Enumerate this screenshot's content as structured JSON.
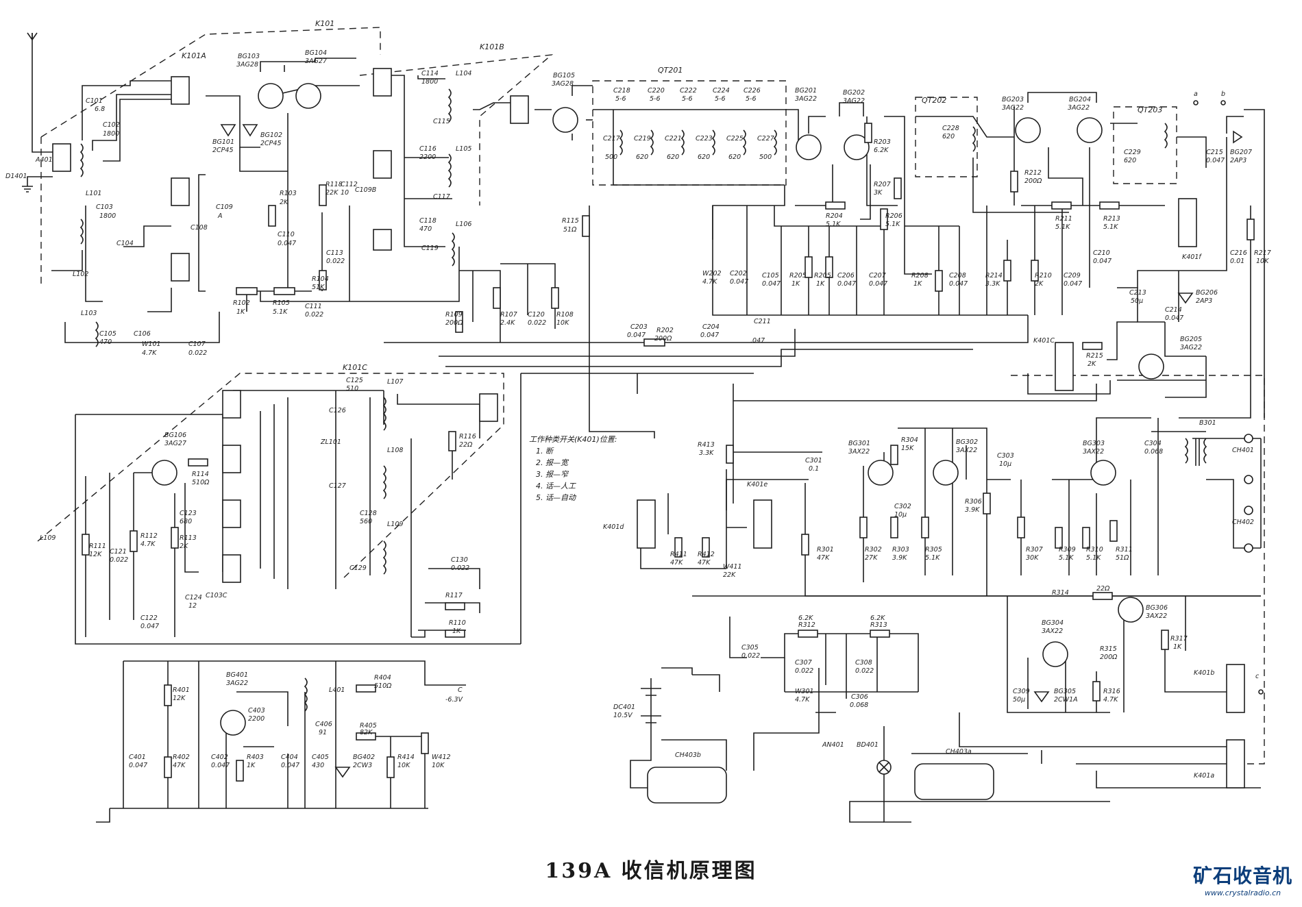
{
  "title": "139A 收信机原理图",
  "watermark": {
    "name": "矿石收音机",
    "url": "www.crystalradio.cn"
  },
  "legend": {
    "heading": "工作种类开关(K401)位置:",
    "items": [
      "1.  断",
      "2.  报—宽",
      "3.  报—窄",
      "4.  话—人工",
      "5.  话—自动"
    ]
  },
  "groups": {
    "box_k101": "K101",
    "box_k101a": "K101A",
    "box_k101b": "K101B",
    "box_k101c": "K101C",
    "box_qt201": "QT201",
    "box_qt202": "QT202",
    "box_qt203": "QT203"
  },
  "labels": [
    "A401",
    "D1401",
    "C101",
    "6.8",
    "C102",
    "1800",
    "L101",
    "C103",
    "1800",
    "C104",
    "L102",
    "L103",
    "C105",
    "470",
    "C106",
    "W101",
    "4.7K",
    "C107",
    "0.022",
    "BG101",
    "2CP45",
    "BG102",
    "2CP45",
    "BG103",
    "3AG28",
    "BG104",
    "3AG27",
    "R103",
    "2K",
    "C110",
    "0.047",
    "C108",
    "C109",
    "A",
    "R118",
    "22K",
    "C112",
    "10",
    "C109B",
    "C113",
    "0.022",
    "R104",
    "51K",
    "C111",
    "0.022",
    "R102",
    "1K",
    "R105",
    "5.1K",
    "C114",
    "1800",
    "L104",
    "C115",
    "C116",
    "2200",
    "L105",
    "C117",
    "C118",
    "470",
    "L106",
    "C119",
    "R109",
    "200Ω",
    "R107",
    "2.4K",
    "C120",
    "0.022",
    "R108",
    "10K",
    "BG105",
    "3AG28",
    "R115",
    "51Ω",
    "C218",
    "5-6",
    "C220",
    "5-6",
    "C222",
    "5-6",
    "C224",
    "5-6",
    "C226",
    "5-6",
    "C217",
    "500",
    "C219",
    "620",
    "C221",
    "620",
    "C223",
    "620",
    "C225",
    "620",
    "C227",
    "500",
    "BG201",
    "3AG22",
    "BG202",
    "3AG22",
    "R203",
    "6.2K",
    "R207",
    "3K",
    "R206",
    "5.1K",
    "R204",
    "5.1K",
    "C228",
    "620",
    "W202",
    "4.7K",
    "C202",
    "0.047",
    "C105",
    "0.047",
    "R205",
    "1K",
    "R205",
    "1K",
    "C206",
    "0.047",
    "C207",
    "0.047",
    "R208",
    "1K",
    "C208",
    "0.047",
    "C203",
    "0.047",
    "R202",
    "200Ω",
    "C204",
    "0.047",
    "C211",
    ".047",
    "BG203",
    "3AG22",
    "BG204",
    "3AG22",
    "R212",
    "200Ω",
    "R211",
    "5.1K",
    "R213",
    "5.1K",
    "C229",
    "620",
    "C215",
    "0.047",
    "BG207",
    "2AP3",
    "R214",
    "3.3K",
    "R210",
    "2K",
    "C209",
    "0.047",
    "C210",
    "0.047",
    "C216",
    "0.01",
    "R217",
    "10K",
    "K401f",
    "C213",
    "50μ",
    "C214",
    "0.047",
    "BG206",
    "2AP3",
    "R215",
    "2K",
    "BG205",
    "3AG22",
    "K401C",
    "a",
    "b",
    "BG106",
    "3AG27",
    "R114",
    "510Ω",
    "C123",
    "680",
    "R113",
    "2K",
    "R111",
    "12K",
    "C121",
    "0.022",
    "R112",
    "4.7K",
    "C124",
    "12",
    "C103C",
    "C122",
    "0.047",
    "C125",
    "510",
    "L107",
    "C126",
    "ZL101",
    "C127",
    "L108",
    "C128",
    "560",
    "L109",
    "C129",
    "C130",
    "0.022",
    "R116",
    "22Ω",
    "R117",
    "R110",
    "1K",
    "L109",
    "R413",
    "3.3K",
    "K401d",
    "K401e",
    "R411",
    "47K",
    "R412",
    "47K",
    "W411",
    "22K",
    "C301",
    "0.1",
    "R301",
    "47K",
    "BG301",
    "3AX22",
    "R304",
    "15K",
    "C302",
    "10μ",
    "R302",
    "27K",
    "R303",
    "3.9K",
    "BG302",
    "3AX22",
    "R305",
    "5.1K",
    "R306",
    "3.9K",
    "C303",
    "10μ",
    "R307",
    "30K",
    "R309",
    "5.1K",
    "R310",
    "5.1K",
    "BG303",
    "3AX22",
    "R311",
    "51Ω",
    "C304",
    "0.068",
    "B301",
    "CH401",
    "CH402",
    "R314",
    "22Ω",
    "BG304",
    "3AX22",
    "BG306",
    "3AX22",
    "R315",
    "200Ω",
    "R317",
    "1K",
    "C309",
    "50μ",
    "BG305",
    "2CW1A",
    "R316",
    "4.7K",
    "K401b",
    "c",
    "C305",
    "0.022",
    "R312",
    "6.2K",
    "R313",
    "6.2K",
    "C307",
    "0.022",
    "C308",
    "0.022",
    "W301",
    "4.7K",
    "C306",
    "0.068",
    "BG401",
    "3AG22",
    "L401",
    "R404",
    "510Ω",
    "R401",
    "12K",
    "C403",
    "2200",
    "C406",
    "91",
    "R405",
    "82K",
    "C",
    "-6.3V",
    "C401",
    "0.047",
    "R402",
    "47K",
    "C402",
    "0.047",
    "R403",
    "1K",
    "C404",
    "0.047",
    "C405",
    "430",
    "BG402",
    "2CW3",
    "R414",
    "10K",
    "W412",
    "10K",
    "DC401",
    "10.5V",
    "CH403b",
    "AN401",
    "BD401",
    "CH403a",
    "K401a"
  ]
}
